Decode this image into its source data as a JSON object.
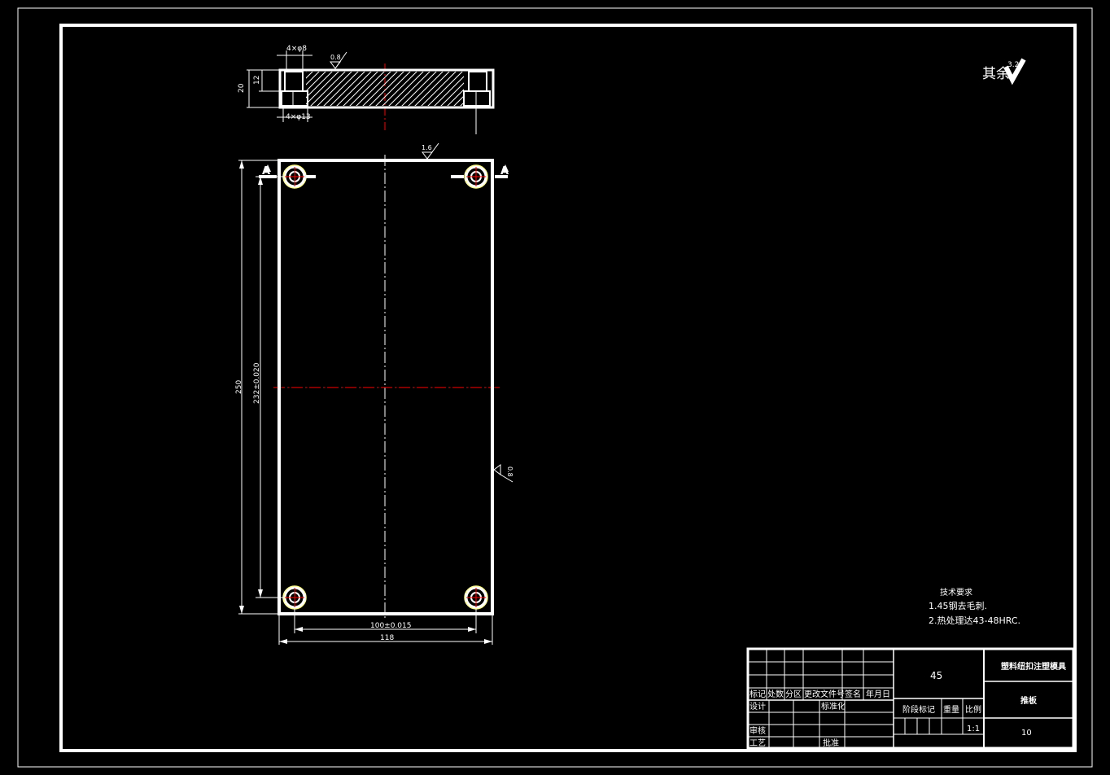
{
  "sheet": {
    "background": "#000000",
    "line_color": "#ffffff",
    "center_line_color": "#ff0000",
    "hole_highlight_color": "#ffff80"
  },
  "general_roughness": {
    "label": "其余",
    "value": "3.2"
  },
  "side_view": {
    "dim_holes_top": "4×φ8",
    "dim_holes_bottom": "4×φ13",
    "dim_thickness": "20",
    "dim_counterbore": "12",
    "roughness_top": "0.8"
  },
  "front_view": {
    "roughness_top": "1.6",
    "roughness_side": "0.8",
    "section_mark": "A",
    "dim_length": "250",
    "dim_hole_spacing_v": "232±0.020",
    "dim_hole_spacing_h": "100±0.015",
    "dim_width": "118"
  },
  "tech_requirements": {
    "title": "技术要求",
    "items": [
      "1.45钢去毛刺.",
      "2.热处理达43-48HRC."
    ]
  },
  "title_block": {
    "material": "45",
    "project_name": "塑料纽扣注塑模具",
    "part_name": "推板",
    "drawing_number": "10",
    "headers": [
      "标记",
      "处数",
      "分区",
      "更改文件号",
      "签名",
      "年月日"
    ],
    "row_design": "设计",
    "row_standard": "标准化",
    "row_review": "审核",
    "row_process": "工艺",
    "row_approve": "批准",
    "stage_mark": "阶段标记",
    "weight": "重量",
    "scale_label": "比例",
    "scale_value": "1:1"
  }
}
